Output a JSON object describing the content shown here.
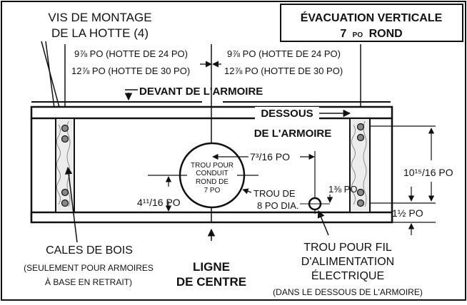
{
  "title": {
    "line1": "ÉVACUATION VERTICALE",
    "line2_num": "7",
    "line2_unit": "PO",
    "line2_word": "ROND"
  },
  "labels": {
    "screws_line1": "VIS DE MONTAGE",
    "screws_line2": "DE LA HOTTE (4)",
    "dim_left_24": "9⅞ PO (HOTTE DE 24 PO)",
    "dim_left_30": "12⅞ PO (HOTTE DE 30 PO)",
    "dim_right_24": "9⅞ PO (HOTTE DE 24 PO)",
    "dim_right_30": "12⅞ PO (HOTTE DE 30 PO)",
    "front_cabinet": "DEVANT DE L'ARMOIRE",
    "under_line1": "DESSOUS",
    "under_line2": "DE L'ARMOIRE",
    "duct_l1": "TROU POUR",
    "duct_l2": "CONDUIT",
    "duct_l3": "ROND DE",
    "duct_l4": "7 PO",
    "dim_7_3_16": "7³/16 PO",
    "dim_4_11_16": "4¹¹/16 PO",
    "hole_8_l1": "TROU DE",
    "hole_8_l2": "8 PO DIA.",
    "dim_1_3_8": "1⅜ PO",
    "dim_10_15_16": "10¹⁵/16 PO",
    "dim_1_1_2": "1½ PO",
    "wood_shims": "CALES DE BOIS",
    "recessed_l1": "(SEULEMENT POUR ARMOIRES",
    "recessed_l2": "À BASE EN RETRAIT)",
    "center_l1": "LIGNE",
    "center_l2": "DE CENTRE",
    "wire_l1": "TROU POUR FIL",
    "wire_l2": "D'ALIMENTATION",
    "wire_l3": "ÉLECTRIQUE",
    "wire_note": "(DANS LE DESSOUS DE L'ARMOIRE)"
  }
}
